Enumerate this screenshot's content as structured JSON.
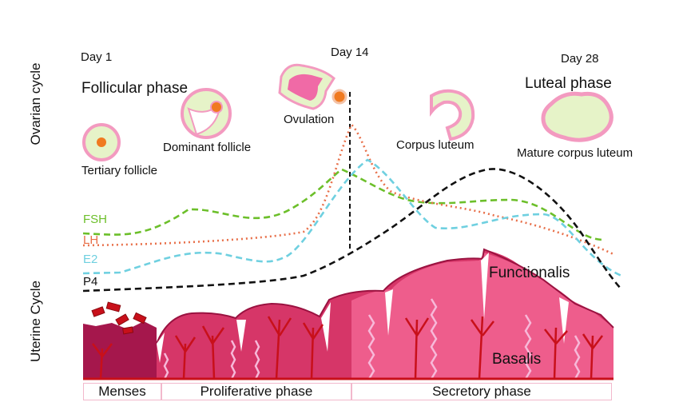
{
  "labels": {
    "ovarian_cycle": "Ovarian cycle",
    "uterine_cycle": "Uterine Cycle",
    "day1": "Day 1",
    "day14": "Day 14",
    "day28": "Day 28",
    "follicular_phase": "Follicular phase",
    "luteal_phase": "Luteal phase",
    "ovulation": "Ovulation",
    "tertiary_follicle": "Tertiary follicle",
    "dominant_follicle": "Dominant follicle",
    "corpus_luteum": "Corpus luteum",
    "mature_corpus_luteum": "Mature corpus luteum",
    "functionalis": "Functionalis",
    "basalis": "Basalis"
  },
  "hormones": [
    {
      "name": "FSH",
      "color": "#6cbf2a",
      "style": "dashed"
    },
    {
      "name": "LH",
      "color": "#e8704a",
      "style": "dotted"
    },
    {
      "name": "E2",
      "color": "#6fd0e0",
      "style": "dashed"
    },
    {
      "name": "P4",
      "color": "#111111",
      "style": "dashed"
    }
  ],
  "phases": [
    "Menses",
    "Proliferative phase",
    "Secretory phase"
  ],
  "colors": {
    "endometrium_dark": "#a5174c",
    "endometrium_mid": "#d63668",
    "endometrium_light": "#ee5d8c",
    "blood_vessel": "#c8101a",
    "gland": "#f7b9d9",
    "follicle_outline": "#f39ac0",
    "follicle_fill": "#e6f3c8",
    "oocyte": "#f07a20"
  }
}
